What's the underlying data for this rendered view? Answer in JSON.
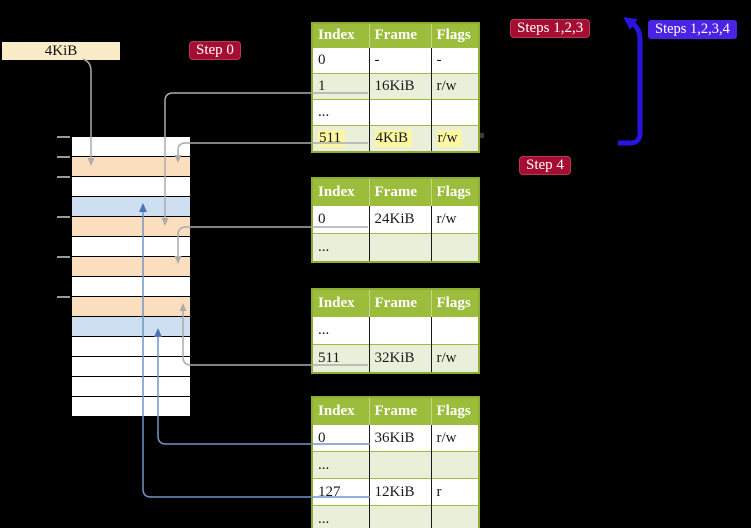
{
  "labels": {
    "frame_box": "4KiB",
    "step0": "Step 0",
    "steps123": "Steps 1,2,3",
    "steps1234": "Steps 1,2,3,4",
    "step4": "Step 4"
  },
  "colors": {
    "background": "#000000",
    "table_header_green": "#9CBC3C",
    "table_row_pale_green": "#E9EFD8",
    "highlight_yellow": "#FDF7A1",
    "frame_orange": "#FBDEBE",
    "frame_blue": "#CEDFF2",
    "frame_box_cream": "#FAECC9",
    "label_red": "#A50D33",
    "label_violet": "#4A23E4",
    "recursive_arrow_blue": "#2714E0",
    "connector_gray": "#ACACAC",
    "connector_blue": "#7295C5"
  },
  "physical_memory": {
    "rows": [
      "white",
      "orange",
      "white",
      "blue",
      "orange",
      "white",
      "orange",
      "white",
      "orange",
      "blue",
      "white",
      "white",
      "white",
      "white"
    ]
  },
  "page_tables": [
    {
      "id": "t1",
      "headers": [
        "Index",
        "Frame",
        "Flags"
      ],
      "rows": [
        {
          "cells": [
            "0",
            "-",
            "-"
          ]
        },
        {
          "cells": [
            "1",
            "16KiB",
            "r/w"
          ]
        },
        {
          "cells": [
            "...",
            "",
            ""
          ]
        },
        {
          "cells": [
            "511",
            "4KiB",
            "r/w"
          ],
          "highlight": true
        }
      ]
    },
    {
      "id": "t2",
      "headers": [
        "Index",
        "Frame",
        "Flags"
      ],
      "rows": [
        {
          "cells": [
            "0",
            "24KiB",
            "r/w"
          ]
        },
        {
          "cells": [
            "...",
            "",
            ""
          ]
        }
      ]
    },
    {
      "id": "t3",
      "headers": [
        "Index",
        "Frame",
        "Flags"
      ],
      "rows": [
        {
          "cells": [
            "...",
            "",
            ""
          ]
        },
        {
          "cells": [
            "511",
            "32KiB",
            "r/w"
          ]
        }
      ]
    },
    {
      "id": "t4",
      "headers": [
        "Index",
        "Frame",
        "Flags"
      ],
      "rows": [
        {
          "cells": [
            "0",
            "36KiB",
            "r/w"
          ]
        },
        {
          "cells": [
            "...",
            "",
            ""
          ]
        },
        {
          "cells": [
            "127",
            "12KiB",
            "r"
          ]
        },
        {
          "cells": [
            "...",
            "",
            ""
          ]
        }
      ]
    }
  ]
}
